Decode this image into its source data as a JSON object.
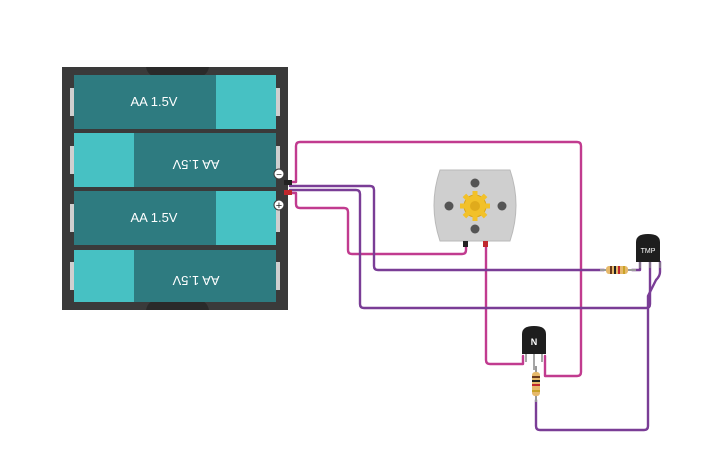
{
  "battery_pack": {
    "cells": [
      {
        "label": "AA 1.5V",
        "flipped": false
      },
      {
        "label": "AA 1.5V",
        "flipped": true
      },
      {
        "label": "AA 1.5V",
        "flipped": false
      },
      {
        "label": "AA 1.5V",
        "flipped": true
      }
    ],
    "minus_symbol": "−",
    "plus_symbol": "+"
  },
  "temperature_sensor": {
    "label": "TMP"
  },
  "transistor": {
    "label": "N"
  },
  "colors": {
    "wire_magenta": "#c13b8f",
    "wire_purple": "#7a3d96",
    "battery_body": "#2e7b80",
    "battery_cap": "#47c1c3",
    "pack_frame": "#3a3a3a",
    "motor_body": "#cfcfcf",
    "gear": "#f2c12a"
  }
}
